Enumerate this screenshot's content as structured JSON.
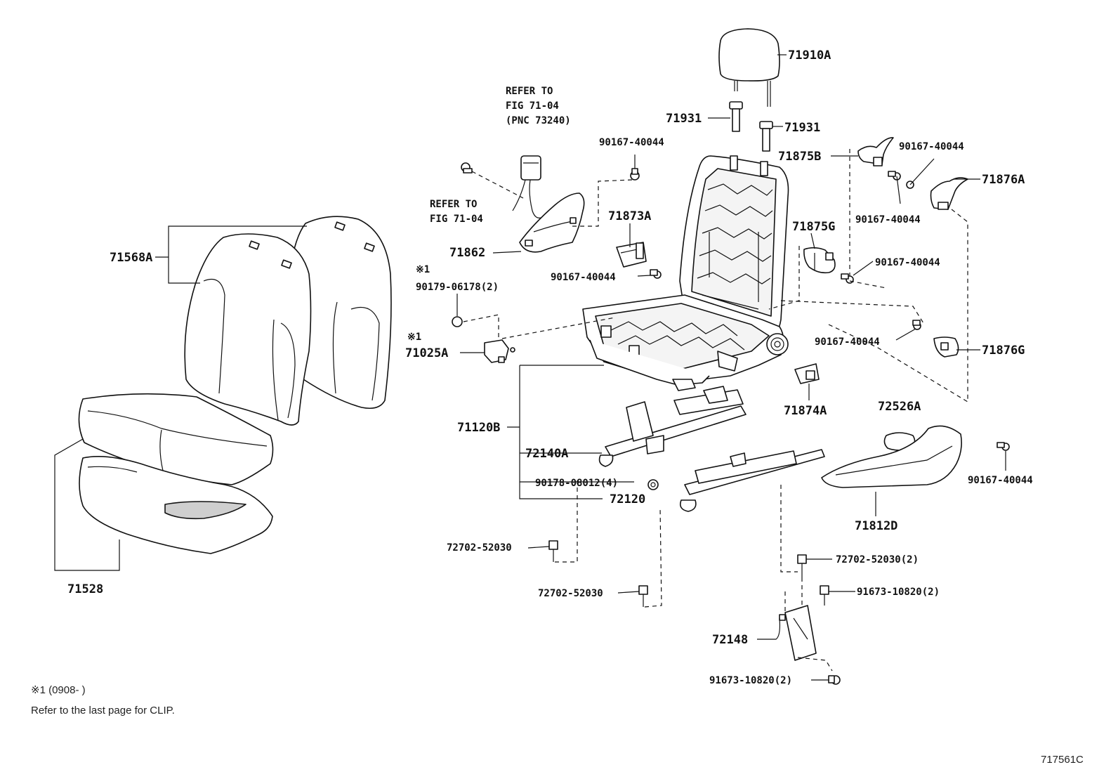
{
  "diagram": {
    "part_labels": {
      "p71910A": "71910A",
      "p71931_left": "71931",
      "p71931_right": "71931",
      "p71875B": "71875B",
      "p71876A": "71876A",
      "p71875G": "71875G",
      "p71876G": "71876G",
      "p71873A": "71873A",
      "p71862": "71862",
      "p71568A": "71568A",
      "p71025A": "71025A",
      "p71120B": "71120B",
      "p72140A": "72140A",
      "p72120": "72120",
      "p71874A": "71874A",
      "p72526A": "72526A",
      "p71812D": "71812D",
      "p72148": "72148",
      "p71528": "71528"
    },
    "small_part_labels": {
      "b90167_top": "90167-40044",
      "b90167_mid": "90167-40044",
      "b90167_rt1": "90167-40044",
      "b90167_rt2": "90167-40044",
      "b90167_rt3": "90167-40044",
      "b90167_rt4": "90167-40044",
      "b90167_rt5": "90167-40044",
      "b90179": "90179-06178(2)",
      "b90178": "90178-08012(4)",
      "b72702_a": "72702-52030",
      "b72702_b": "72702-52030",
      "b72702_c": "72702-52030(2)",
      "b91673_a": "91673-10820(2)",
      "b91673_b": "91673-10820(2)"
    },
    "refer_labels": {
      "refer_top": [
        "REFER TO",
        "FIG 71-04",
        "(PNC 73240)"
      ],
      "refer_mid": [
        "REFER TO",
        "FIG 71-04"
      ]
    },
    "markers": {
      "m1": "※1",
      "m2": "※1"
    },
    "footnote": {
      "line1": "※1 (0908-      )",
      "line2": "Refer to the last page for CLIP."
    },
    "figure_id": "717561C"
  }
}
